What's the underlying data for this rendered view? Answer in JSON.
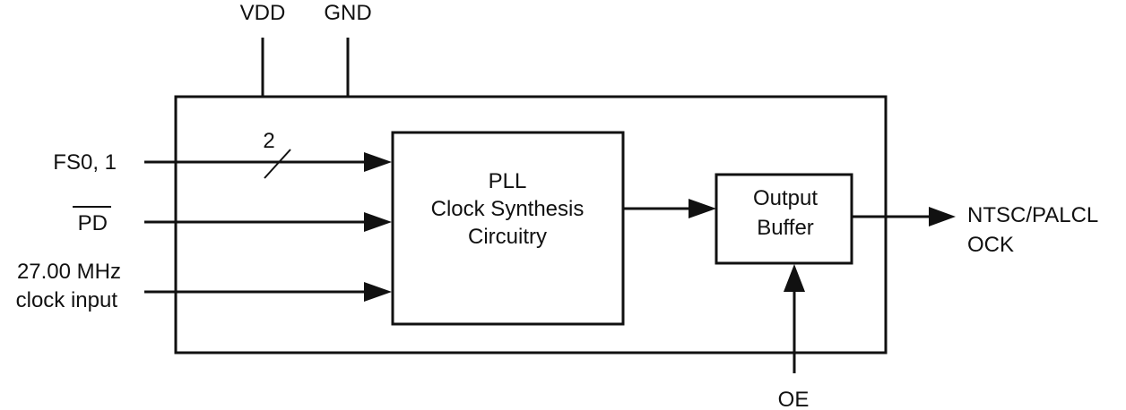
{
  "diagram": {
    "pins_top": {
      "vdd": "VDD",
      "gnd": "GND"
    },
    "inputs": {
      "fs": "FS0, 1",
      "bus_width": "2",
      "pd": "PD",
      "clock_line1": "27.00 MHz",
      "clock_line2": "clock input"
    },
    "pll_block": {
      "line1": "PLL",
      "line2": "Clock Synthesis",
      "line3": "Circuitry"
    },
    "buffer_block": {
      "line1": "Output",
      "line2": "Buffer"
    },
    "output": {
      "line1": "NTSC/PALCL",
      "line2": "OCK"
    },
    "oe": "OE",
    "colors": {
      "stroke": "#111111",
      "background": "#ffffff"
    }
  }
}
